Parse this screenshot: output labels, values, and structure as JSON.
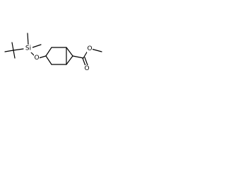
{
  "molecule": {
    "atoms": {
      "silicon": "Si",
      "ether_oxygen": "O",
      "carbonyl_oxygen": "O",
      "ester_oxygen": "O"
    }
  }
}
